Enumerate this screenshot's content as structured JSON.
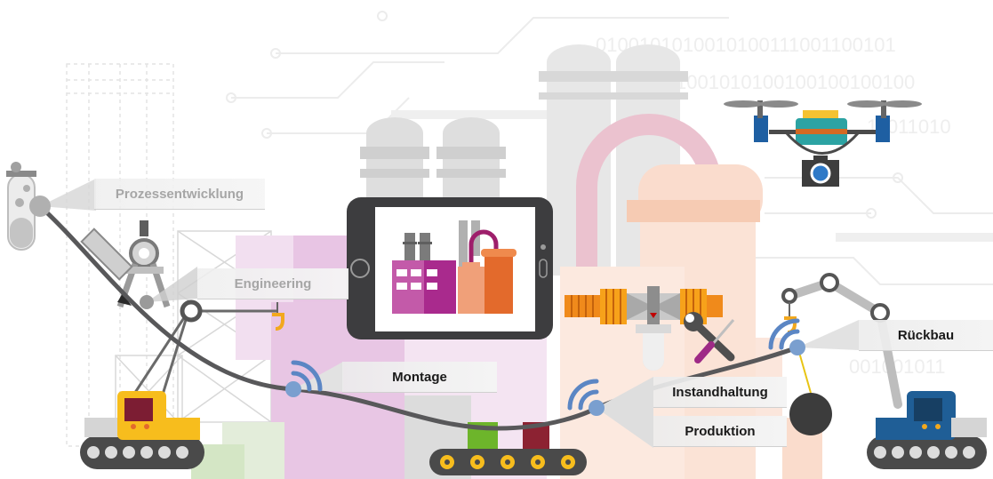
{
  "stages": {
    "prozess": "Prozessentwicklung",
    "engineering": "Engineering",
    "montage": "Montage",
    "instandhaltung": "Instandhaltung",
    "produktion": "Produktion",
    "rueckbau": "Rückbau"
  },
  "colors": {
    "path": "#58585a",
    "node": "#7a9fcf",
    "wifi": "#5b86c4",
    "magenta": "#a61f8c",
    "orange": "#e0672b",
    "yellow": "#f3b81b",
    "blue": "#1f5e96",
    "teal": "#1e8a8a",
    "green": "#6fb52c",
    "maroon": "#8c2232"
  },
  "icons": [
    "test-tube-icon",
    "compass-icon",
    "tablet-icon",
    "factory-icon",
    "drone-icon",
    "camera-icon",
    "valve-icon",
    "wrench-screwdriver-icon",
    "crane-icon",
    "wrecking-ball-icon",
    "excavator-icon",
    "conveyor-icon"
  ]
}
